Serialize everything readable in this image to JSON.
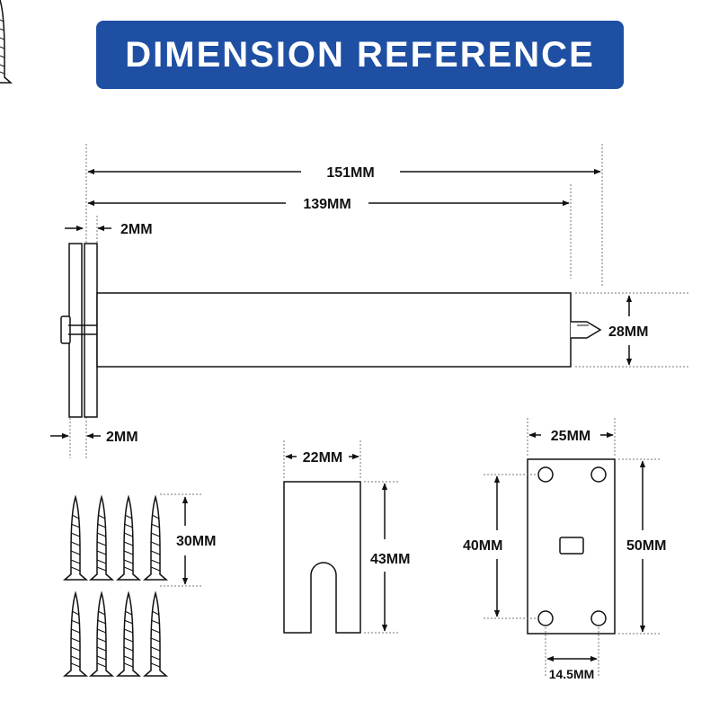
{
  "header": {
    "title": "DIMENSION REFERENCE"
  },
  "colors": {
    "banner": "#1e4fa3",
    "line": "#111111",
    "guide": "#666666"
  },
  "dimensions": {
    "overall_length": "151MM",
    "body_length": "139MM",
    "plate_thickness_top": "2MM",
    "plate_thickness_bottom": "2MM",
    "cylinder_diameter": "28MM",
    "screw_length": "30MM",
    "shim_width": "22MM",
    "shim_height": "43MM",
    "plate_width": "25MM",
    "plate_height": "50MM",
    "hole_vertical_spacing": "40MM",
    "hole_horizontal_spacing": "14.5MM"
  }
}
